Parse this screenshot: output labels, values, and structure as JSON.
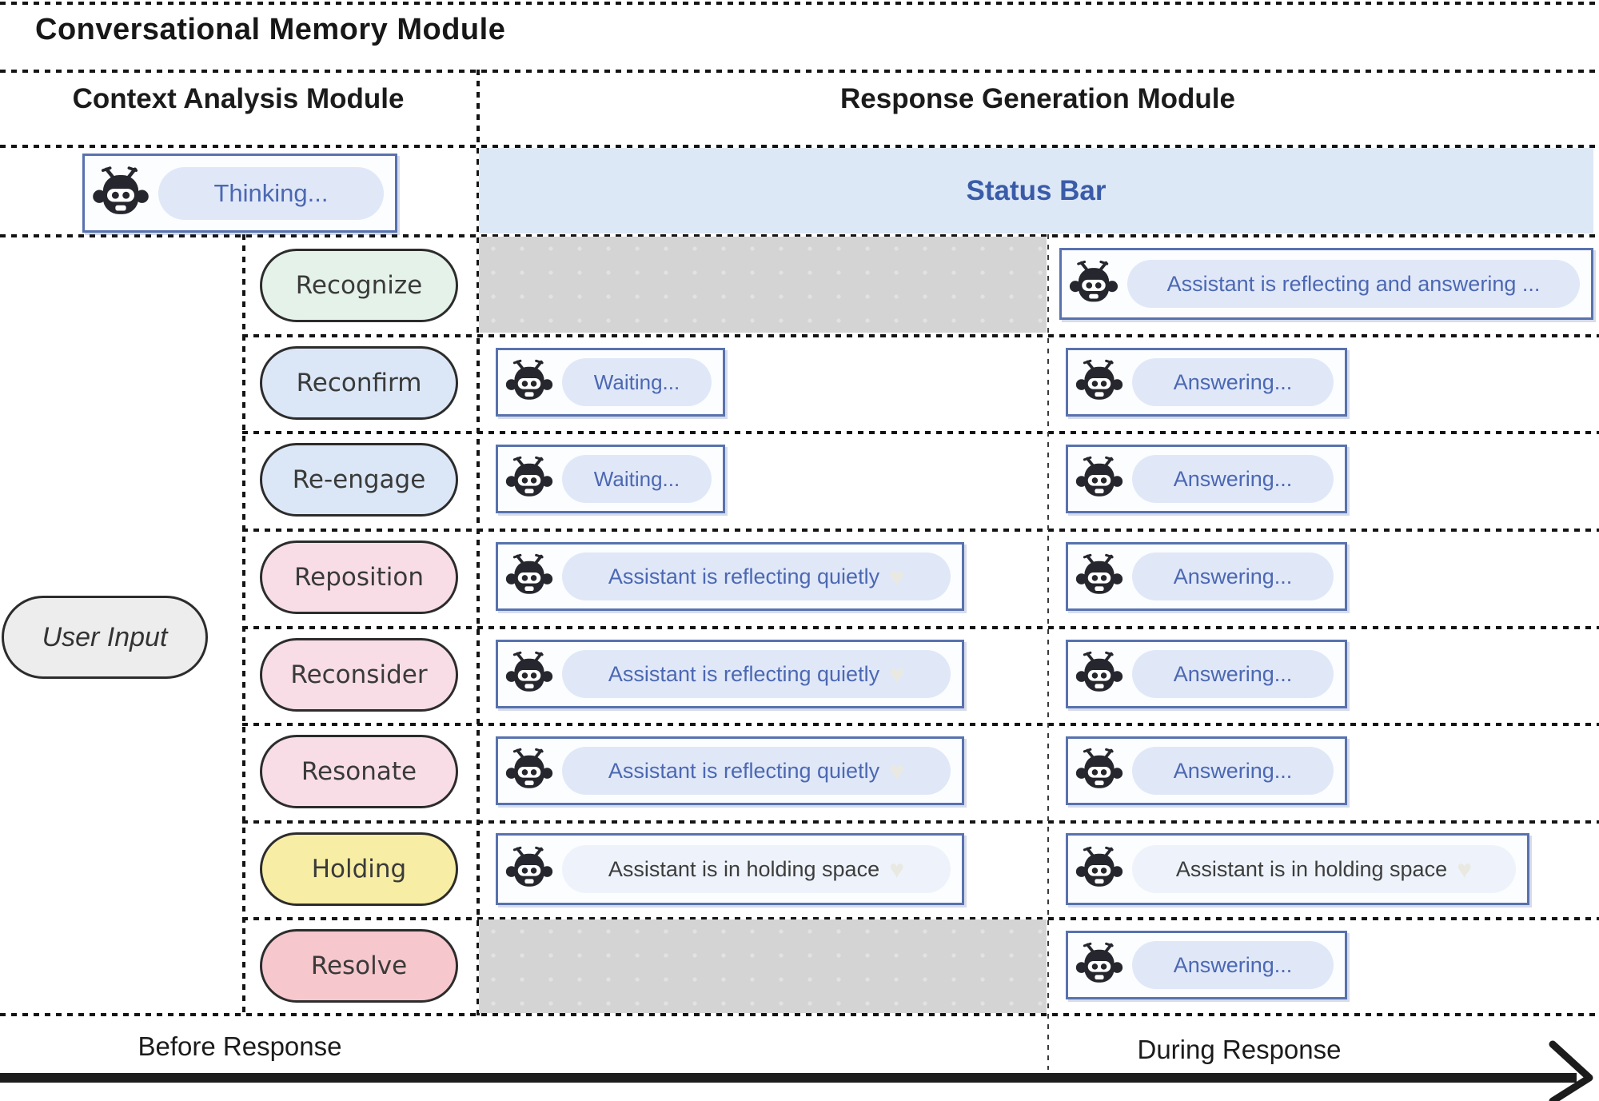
{
  "title": "Conversational Memory Module",
  "modules": {
    "context": "Context Analysis Module",
    "response": "Response Generation Module"
  },
  "status_bar_label": "Status Bar",
  "thinking_label": "Thinking...",
  "user_input_label": "User Input",
  "timeline": {
    "before": "Before Response",
    "during": "During Response"
  },
  "icons": {
    "robot": "robot-head",
    "heart": "♥"
  },
  "colors": {
    "status_band_bg": "#dde8f6",
    "status_band_text": "#3a5ca8",
    "status_box_border": "#5872ae",
    "status_text_blue": "#4c68b2",
    "status_text_dark": "#3d3d3d",
    "gray_cell": "#d4d4d4",
    "stage_green": "#e5f2e9",
    "stage_blue": "#dbe7f6",
    "stage_pink": "#f8dde6",
    "stage_yellow": "#f7eda4",
    "stage_red": "#f6c7cc",
    "user_input_bg": "#ededed"
  },
  "stages": [
    {
      "label": "Recognize",
      "color": "#e5f2e9"
    },
    {
      "label": "Reconfirm",
      "color": "#dbe7f6"
    },
    {
      "label": "Re-engage",
      "color": "#dbe7f6"
    },
    {
      "label": "Reposition",
      "color": "#f8dde6"
    },
    {
      "label": "Reconsider",
      "color": "#f8dde6"
    },
    {
      "label": "Resonate",
      "color": "#f8dde6"
    },
    {
      "label": "Holding",
      "color": "#f7eda4"
    },
    {
      "label": "Resolve",
      "color": "#f6c7cc"
    }
  ],
  "rows": [
    {
      "stage": "Recognize",
      "before": null,
      "during": "Assistant is reflecting and answering ..."
    },
    {
      "stage": "Reconfirm",
      "before": "Waiting...",
      "during": "Answering..."
    },
    {
      "stage": "Re-engage",
      "before": "Waiting...",
      "during": "Answering..."
    },
    {
      "stage": "Reposition",
      "before": "Assistant is reflecting quietly",
      "before_heart": "♥",
      "during": "Answering..."
    },
    {
      "stage": "Reconsider",
      "before": "Assistant is reflecting quietly",
      "before_heart": "♥",
      "during": "Answering..."
    },
    {
      "stage": "Resonate",
      "before": "Assistant is reflecting quietly",
      "before_heart": "♥",
      "during": "Answering..."
    },
    {
      "stage": "Holding",
      "before": "Assistant is in holding space",
      "before_heart": "♥",
      "during": "Assistant is in holding space",
      "during_heart": "♥"
    },
    {
      "stage": "Resolve",
      "before": null,
      "during": "Answering..."
    }
  ]
}
